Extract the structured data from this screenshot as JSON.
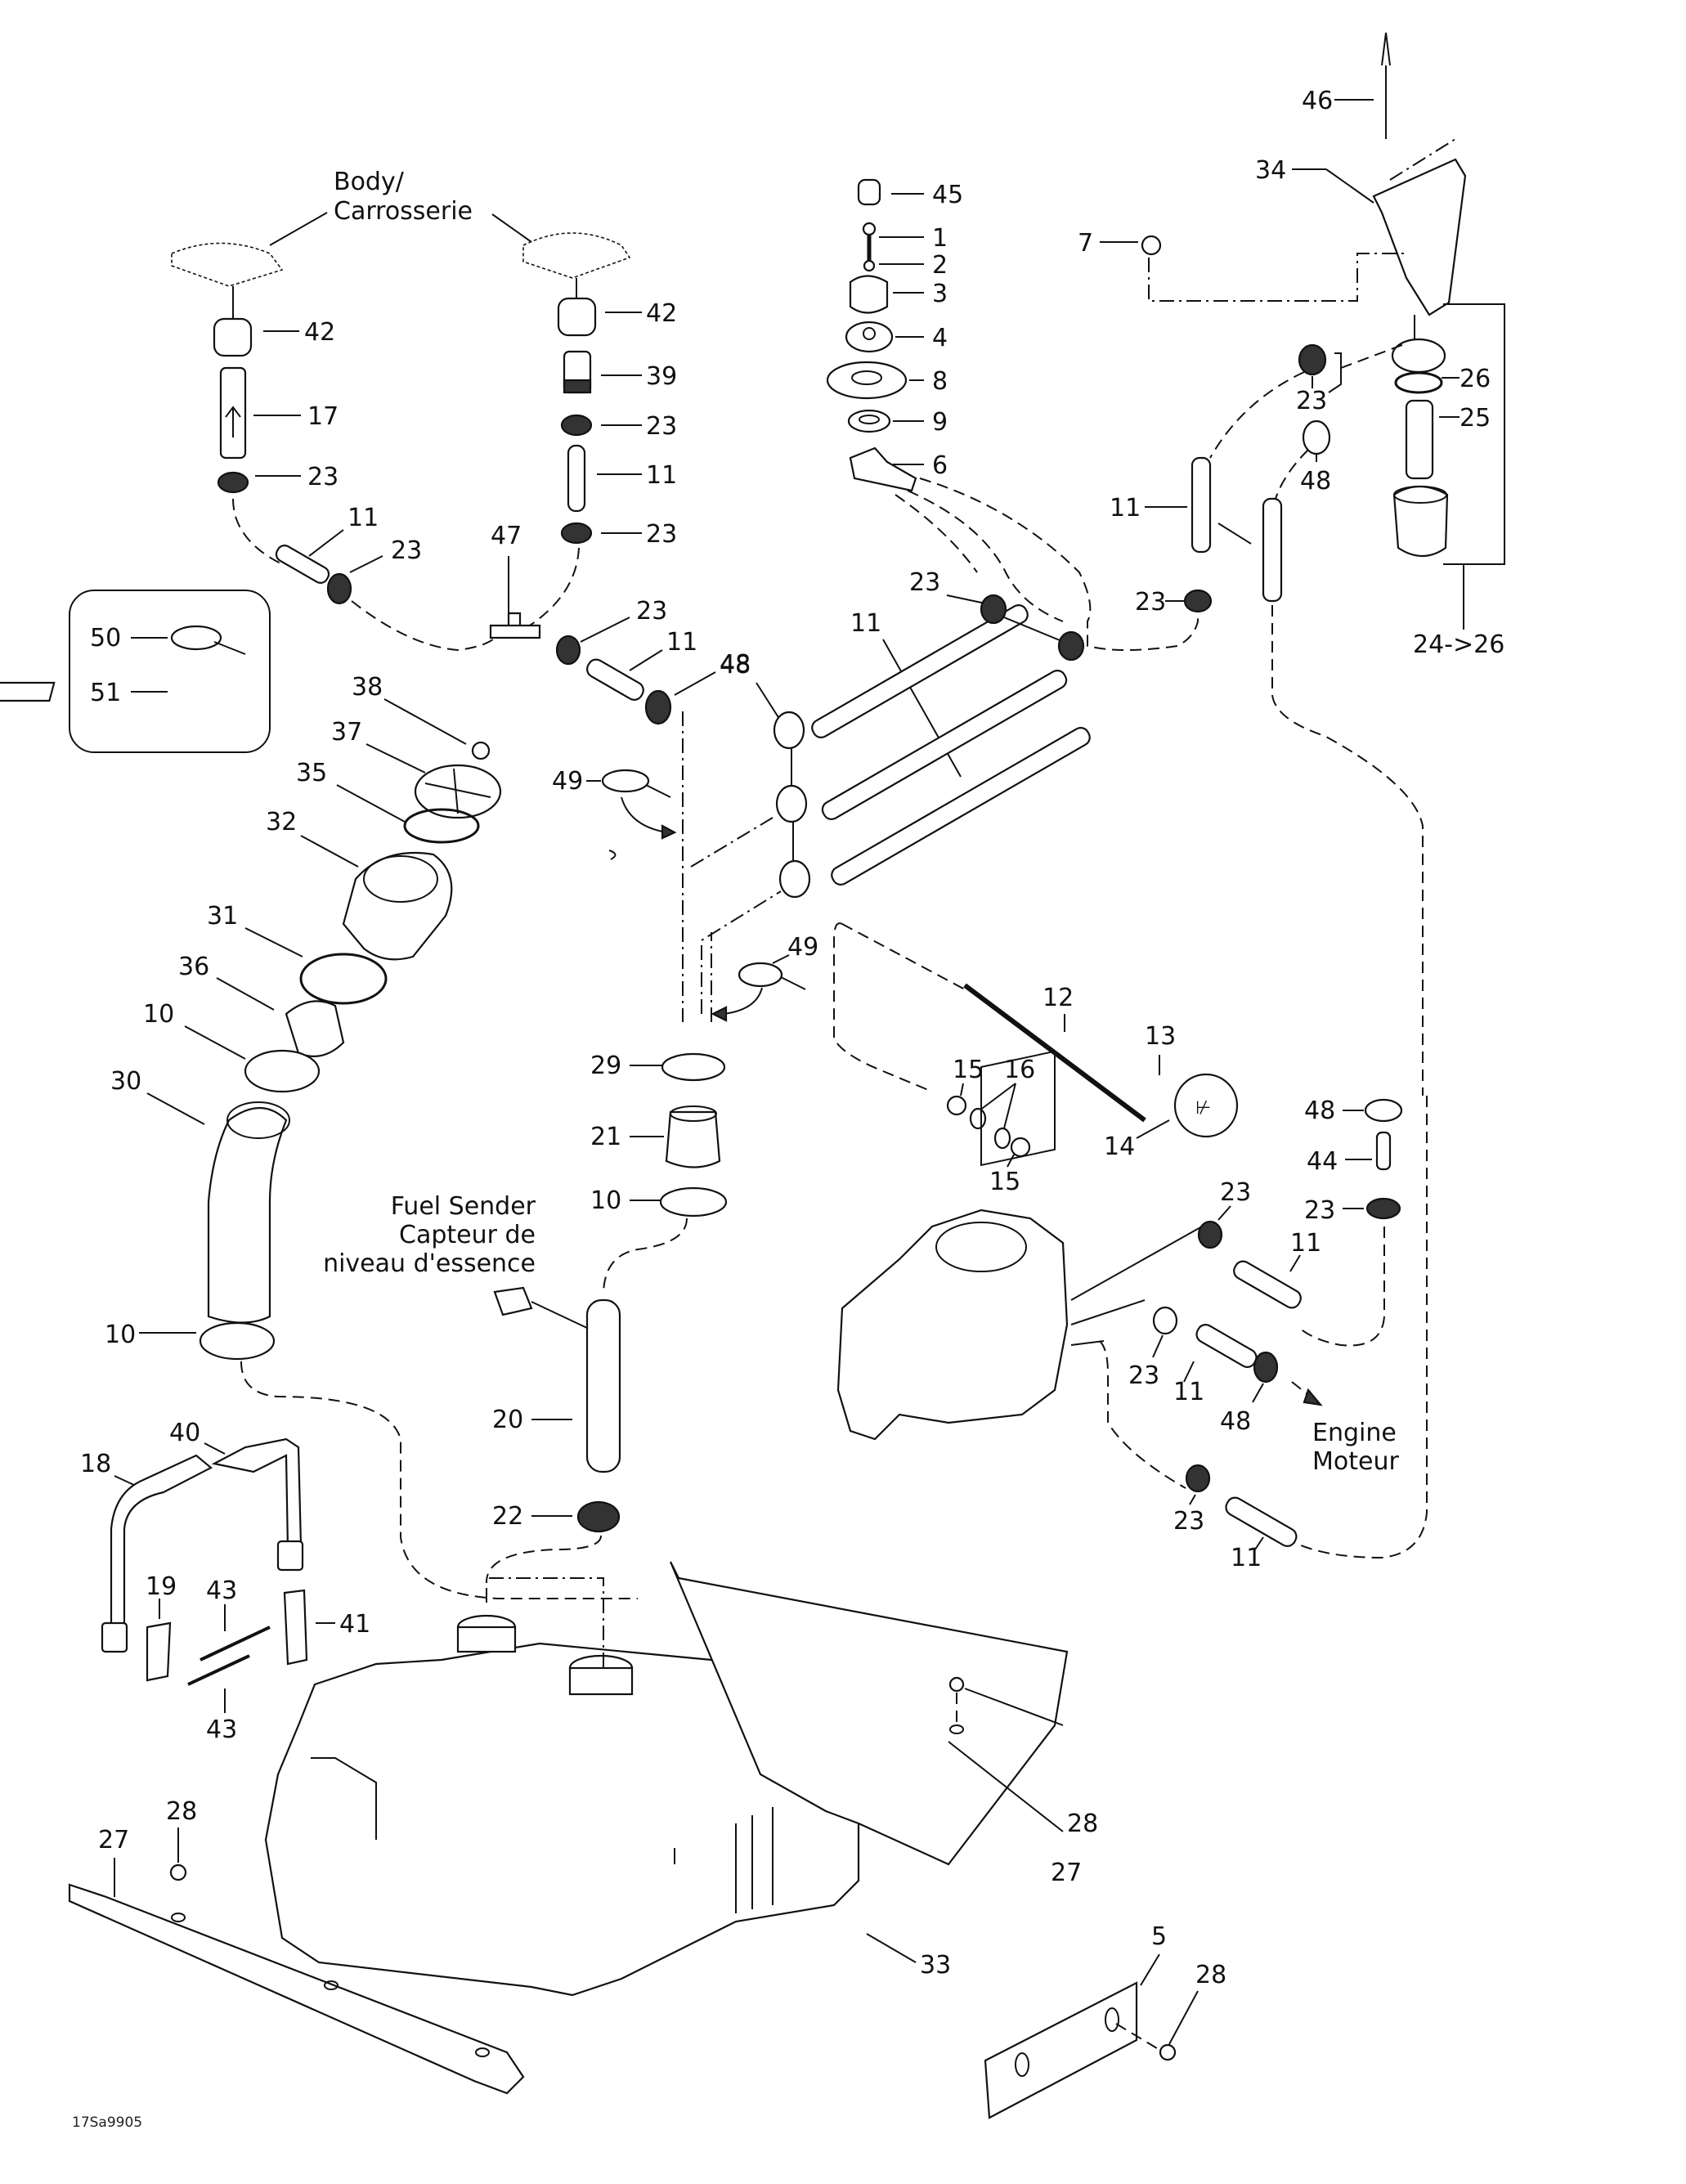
{
  "diagram": {
    "title": "Fuel system exploded parts diagram",
    "drawing_code": "17Sa9905",
    "notes": {
      "body_line1": "Body/",
      "body_line2": "Carrosserie",
      "fuel_sender_line1": "Fuel Sender",
      "fuel_sender_line2": "Capteur de",
      "fuel_sender_line3": "niveau d'essence",
      "engine_line1": "Engine",
      "engine_line2": "Moteur"
    },
    "callouts": {
      "c46": "46",
      "c34": "34",
      "c45": "45",
      "c1": "1",
      "c2": "2",
      "c3": "3",
      "c4": "4",
      "c8": "8",
      "c9": "9",
      "c6": "6",
      "c7": "7",
      "c26": "26",
      "c25": "25",
      "c24_26": "24->26",
      "c23_tr1": "23",
      "c48_tr": "48",
      "c11_tr": "11",
      "c23_tr2": "23",
      "c42_l": "42",
      "c17": "17",
      "c23_l": "23",
      "c11_l": "11",
      "c23_l2": "23",
      "c42_r": "42",
      "c39": "39",
      "c23_r": "23",
      "c11_r": "11",
      "c23_r2": "23",
      "c47": "47",
      "c23_m": "23",
      "c11_m": "11",
      "c48_m": "48",
      "c23_c": "23",
      "c11_c": "11",
      "c48_c": "48",
      "c50": "50",
      "c51": "51",
      "c38": "38",
      "c37": "37",
      "c35": "35",
      "c32": "32",
      "c31": "31",
      "c36": "36",
      "c10_a": "10",
      "c30": "30",
      "c10_b": "10",
      "c49_a": "49",
      "c49_b": "49",
      "c29": "29",
      "c21": "21",
      "c10_c": "10",
      "c12": "12",
      "c13": "13",
      "c14": "14",
      "c15_a": "15",
      "c16": "16",
      "c15_b": "15",
      "c48_e": "48",
      "c44": "44",
      "c23_e": "23",
      "c23_f": "23",
      "c11_f": "11",
      "c23_g": "23",
      "c11_g": "11",
      "c48_g": "48",
      "c23_h": "23",
      "c11_h": "11",
      "c20": "20",
      "c22": "22",
      "c40": "40",
      "c18": "18",
      "c19": "19",
      "c43_a": "43",
      "c43_b": "43",
      "c41": "41",
      "c28_a": "28",
      "c27_a": "27",
      "c28_b": "28",
      "c27_b": "27",
      "c33": "33",
      "c5": "5",
      "c28_c": "28"
    }
  }
}
